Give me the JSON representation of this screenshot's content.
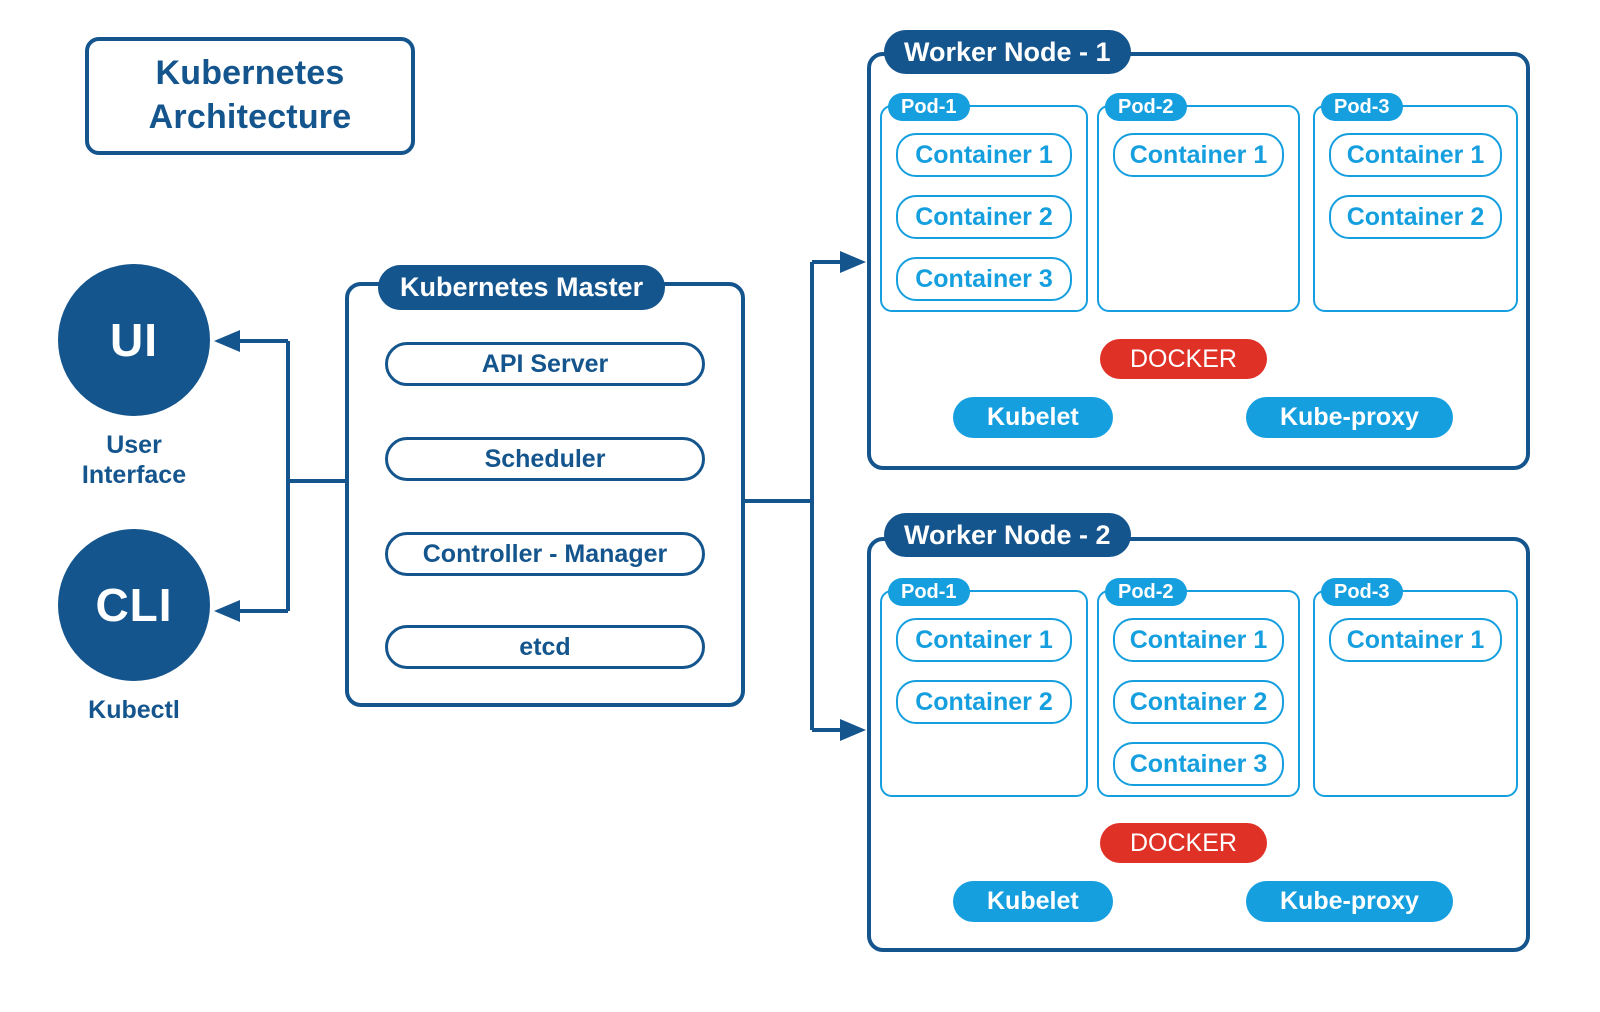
{
  "title": {
    "line1": "Kubernetes",
    "line2": "Architecture"
  },
  "clients": {
    "ui": {
      "abbr": "UI",
      "caption_line1": "User",
      "caption_line2": "Interface"
    },
    "cli": {
      "abbr": "CLI",
      "caption": "Kubectl"
    }
  },
  "master": {
    "header": "Kubernetes Master",
    "components": [
      {
        "label": "API Server"
      },
      {
        "label": "Scheduler"
      },
      {
        "label": "Controller - Manager"
      },
      {
        "label": "etcd"
      }
    ]
  },
  "workers": [
    {
      "header": "Worker Node - 1",
      "pods": [
        {
          "label": "Pod-1",
          "containers": [
            "Container 1",
            "Container 2",
            "Container 3"
          ]
        },
        {
          "label": "Pod-2",
          "containers": [
            "Container 1"
          ]
        },
        {
          "label": "Pod-3",
          "containers": [
            "Container 1",
            "Container 2"
          ]
        }
      ],
      "runtime": "DOCKER",
      "services": [
        "Kubelet",
        "Kube-proxy"
      ]
    },
    {
      "header": "Worker Node - 2",
      "pods": [
        {
          "label": "Pod-1",
          "containers": [
            "Container 1",
            "Container 2"
          ]
        },
        {
          "label": "Pod-2",
          "containers": [
            "Container 1",
            "Container 2",
            "Container 3"
          ]
        },
        {
          "label": "Pod-3",
          "containers": [
            "Container 1"
          ]
        }
      ],
      "runtime": "DOCKER",
      "services": [
        "Kubelet",
        "Kube-proxy"
      ]
    }
  ],
  "colors": {
    "dark_blue": "#15558d",
    "bright_blue": "#159fdf",
    "docker_red": "#e03127",
    "background": "#ffffff"
  }
}
